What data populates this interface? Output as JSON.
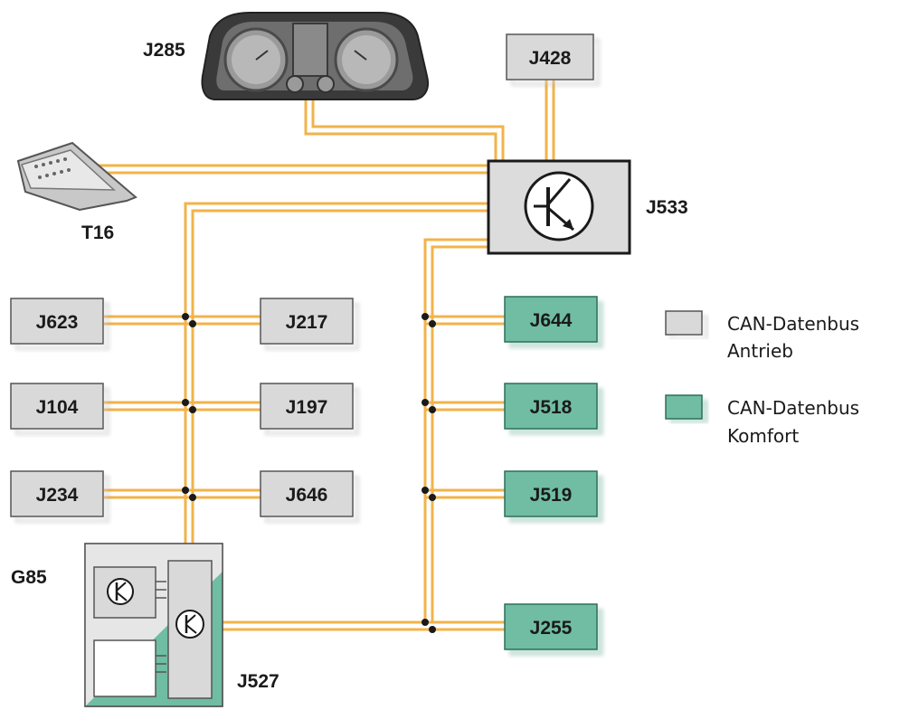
{
  "diagram": {
    "labels": {
      "j285": "J285",
      "j428": "J428",
      "j533": "J533",
      "t16": "T16",
      "g85": "G85",
      "j527": "J527"
    },
    "modules_drive": {
      "j623": "J623",
      "j217": "J217",
      "j104": "J104",
      "j197": "J197",
      "j234": "J234",
      "j646": "J646"
    },
    "modules_comfort": {
      "j644": "J644",
      "j518": "J518",
      "j519": "J519",
      "j255": "J255"
    }
  },
  "legend": {
    "drive_line1": "CAN-Datenbus",
    "drive_line2": "Antrieb",
    "comfort_line1": "CAN-Datenbus",
    "comfort_line2": "Komfort"
  },
  "colors": {
    "wire": "#f2b34a",
    "drive_module": "#d9d9d9",
    "comfort_module": "#6fbda3",
    "gateway": "#dcdcdc"
  }
}
